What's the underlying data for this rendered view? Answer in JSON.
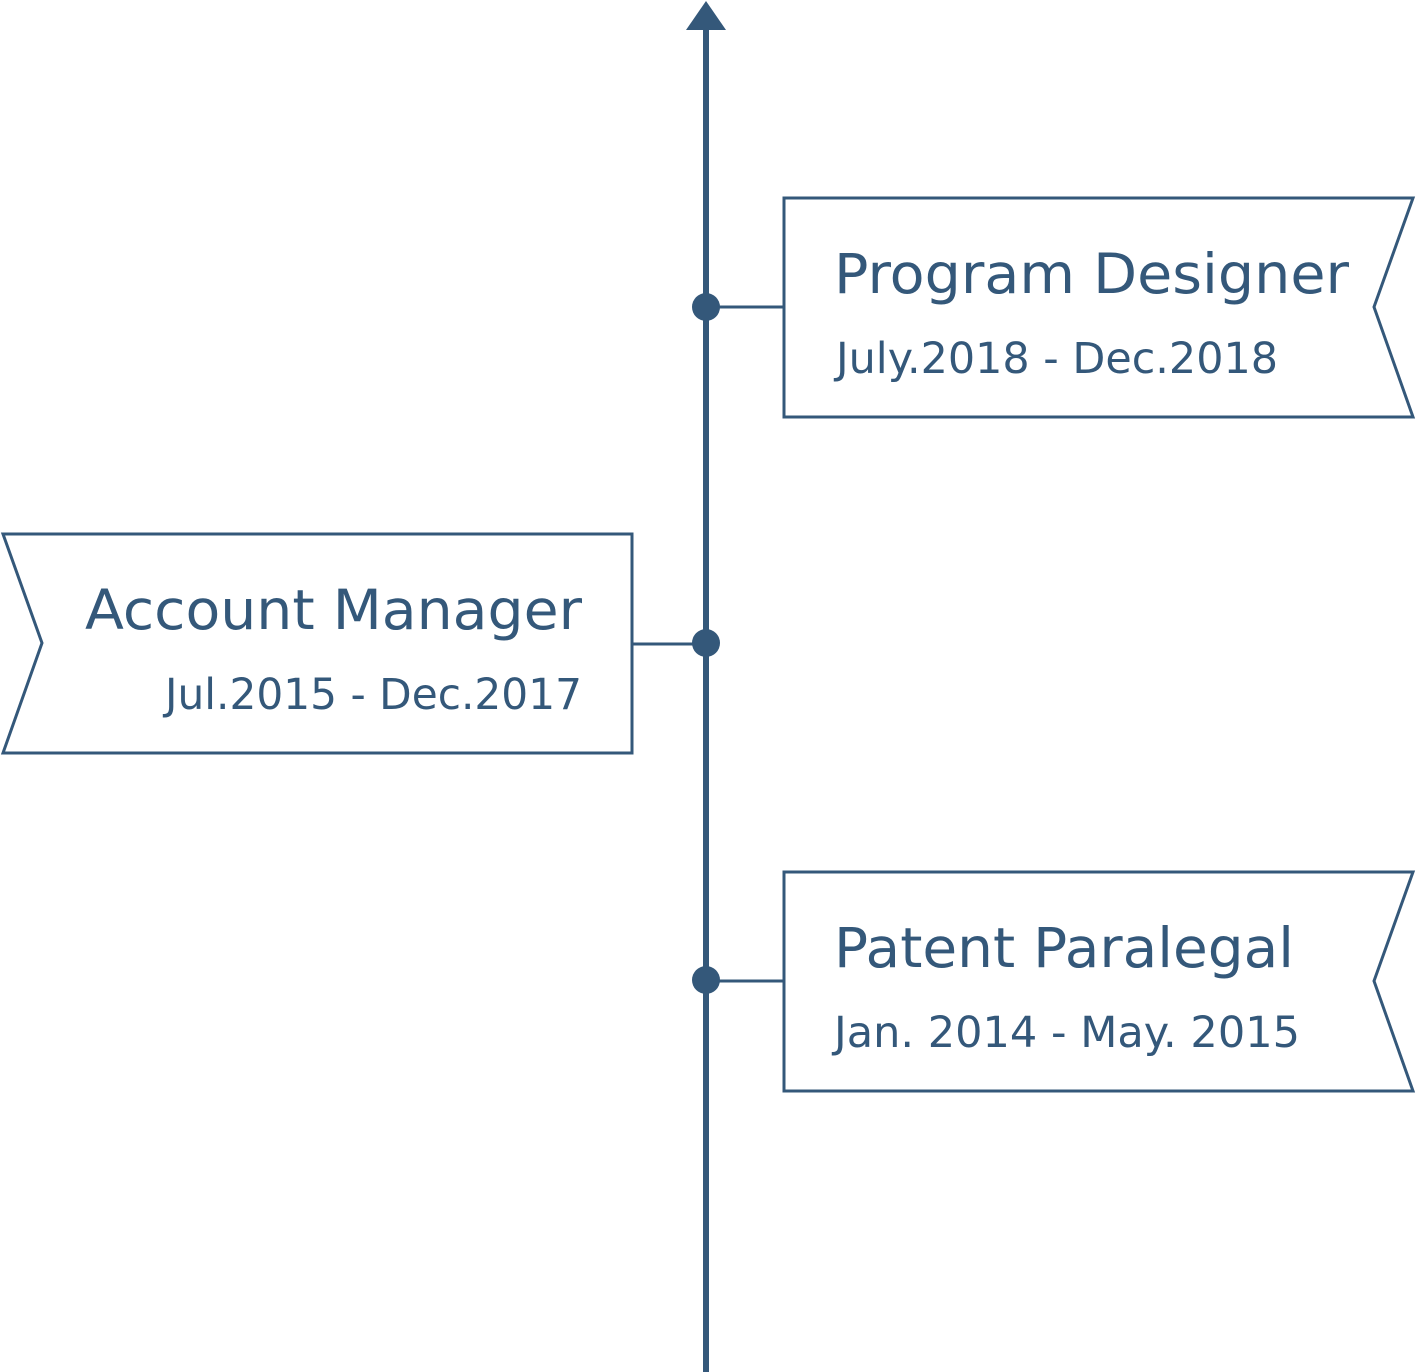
{
  "colors": {
    "line": "#34587a",
    "text": "#34587a",
    "background": "#ffffff"
  },
  "timeline": {
    "entries": [
      {
        "title": "Program Designer",
        "dates": "July.2018 - Dec.2018",
        "side": "right"
      },
      {
        "title": "Account Manager",
        "dates": "Jul.2015 - Dec.2017",
        "side": "left"
      },
      {
        "title": "Patent Paralegal",
        "dates": "Jan. 2014 - May. 2015",
        "side": "right"
      }
    ]
  }
}
